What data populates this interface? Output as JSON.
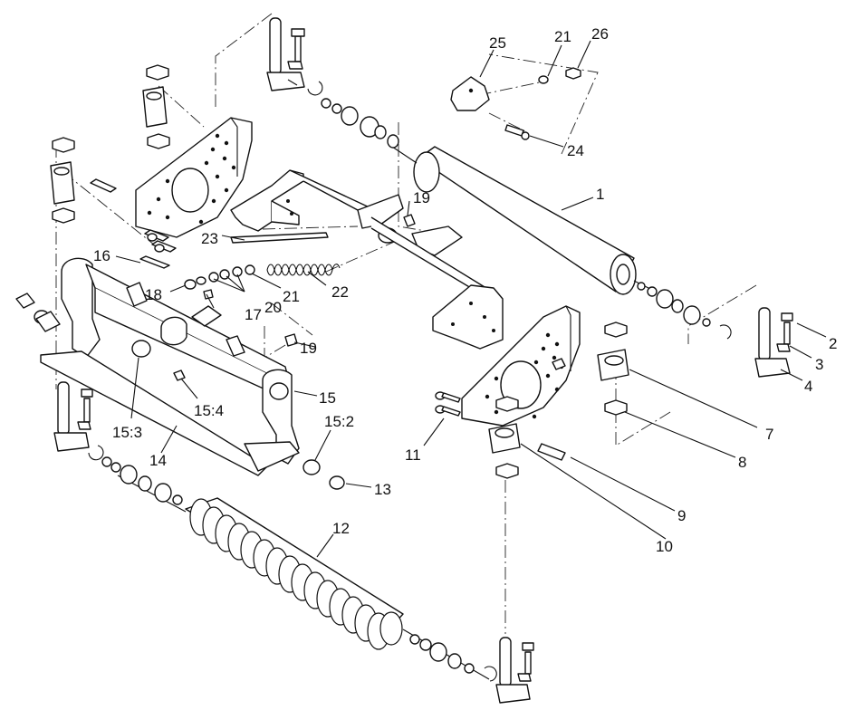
{
  "callouts": {
    "c1": "1",
    "c2": "2",
    "c3": "3",
    "c4": "4",
    "c7": "7",
    "c8": "8",
    "c9": "9",
    "c10": "10",
    "c11": "11",
    "c12": "12",
    "c13": "13",
    "c14": "14",
    "c15": "15",
    "c15_2": "15:2",
    "c15_3": "15:3",
    "c15_4": "15:4",
    "c16": "16",
    "c17": "17",
    "c18": "18",
    "c19a": "19",
    "c19b": "19",
    "c20": "20",
    "c21a": "21",
    "c21b": "21",
    "c22": "22",
    "c23": "23",
    "c24": "24",
    "c25": "25",
    "c26": "26"
  }
}
